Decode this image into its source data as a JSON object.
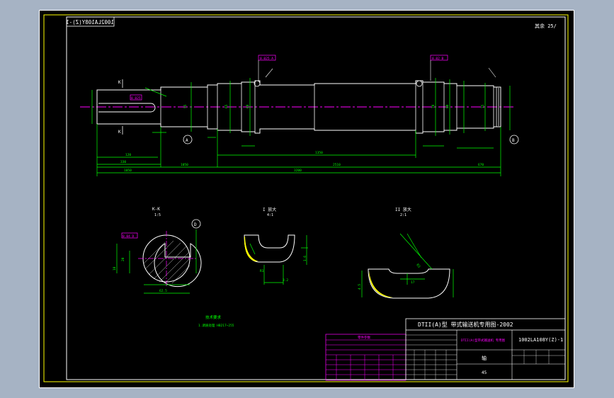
{
  "frame": {
    "drawing_code_mirrored": "1002LA108Y(Z)-1",
    "surface_finish_note": "其余 25/"
  },
  "main_view": {
    "dims": [
      "330",
      "1050",
      "1350",
      "2510",
      "670",
      "3200",
      "120",
      "55",
      "65",
      "68",
      "70",
      "80",
      "75"
    ],
    "tolerance_boxes": [
      "0.025 A",
      "0.02 B",
      "0.025"
    ],
    "section_labels": [
      "K",
      "K",
      "A",
      "B"
    ]
  },
  "section_kk": {
    "title": "K-K",
    "scale": "1:5",
    "datum": "D",
    "dims": [
      "0.04 D",
      "20",
      "62.5",
      "18"
    ]
  },
  "detail_i": {
    "title": "I 放大",
    "scale": "4:1",
    "dims": [
      "R1",
      "1.6",
      "3.2"
    ]
  },
  "detail_ii": {
    "title": "II 放大",
    "scale": "2:1",
    "dims": [
      "R3",
      "4.5",
      "17"
    ]
  },
  "tech_requirements": {
    "title": "技术要求",
    "line": "1.调质处理 HB217~255"
  },
  "title_block": {
    "header": "DTII(A)型  带式输送机专用图-2002",
    "code": "1002LA108Y(Z)-1",
    "part_name": "轴",
    "material": "45",
    "project": "DTII(A)型带式输送机 专用图"
  },
  "params_table": {
    "title": "零件参数"
  }
}
